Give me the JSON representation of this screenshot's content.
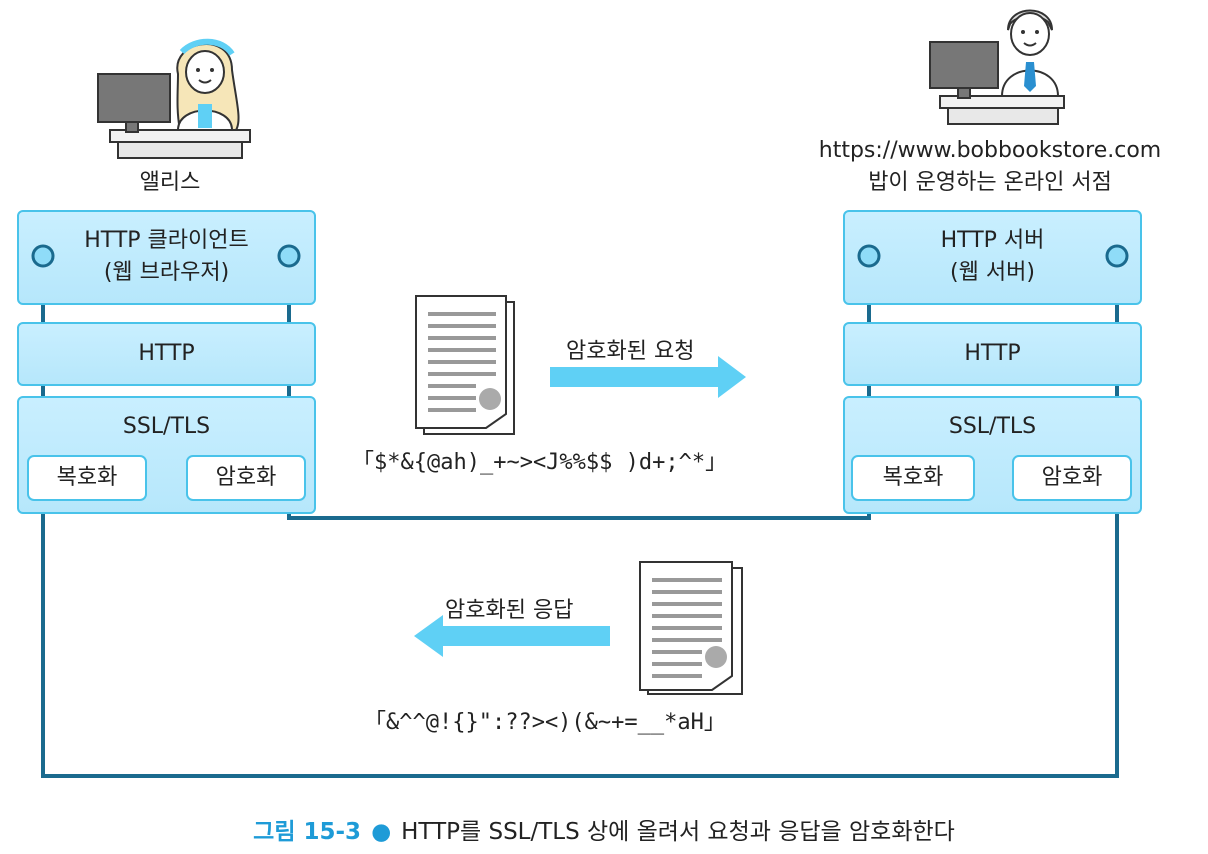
{
  "client": {
    "person_label": "앨리스",
    "app_layer": {
      "line1": "HTTP 클라이언트",
      "line2": "(웹 브라우저)"
    },
    "http_layer": "HTTP",
    "ssl_layer": "SSL/TLS",
    "decrypt_label": "복호화",
    "encrypt_label": "암호화"
  },
  "server": {
    "url": "https://www.bobbookstore.com",
    "description": "밥이 운영하는 온라인 서점",
    "app_layer": {
      "line1": "HTTP 서버",
      "line2": "(웹 서버)"
    },
    "http_layer": "HTTP",
    "ssl_layer": "SSL/TLS",
    "decrypt_label": "복호화",
    "encrypt_label": "암호화"
  },
  "request": {
    "label": "암호화된 요청",
    "cipher_text": "「$*&{@ah)_+~><J%%$$ )d+;^*」"
  },
  "response": {
    "label": "암호화된 응답",
    "cipher_text": "「&^^@!{}\":??><)(&~+=__*aH」"
  },
  "caption": {
    "number": "그림 15-3",
    "text": "HTTP를 SSL/TLS 상에 올려서 요청과 응답을 암호화한다"
  },
  "colors": {
    "box_border": "#49c3ea",
    "box_fill": "#c0ebfd",
    "line": "#1a6a8e",
    "arrow": "#5fd0f5",
    "caption_accent": "#1e9bd7"
  }
}
